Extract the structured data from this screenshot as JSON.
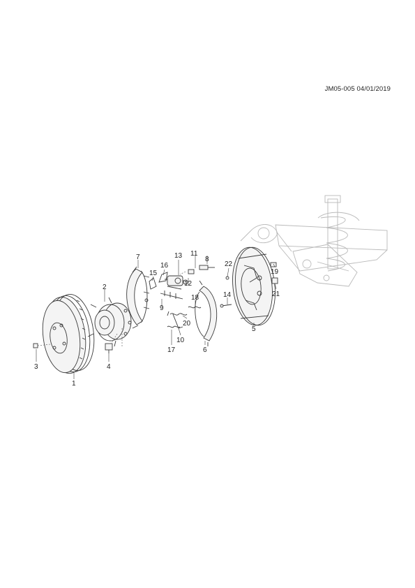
{
  "header": {
    "doc_code": "JM05-005 04/01/2019"
  },
  "callouts": [
    "1",
    "2",
    "3",
    "4",
    "5",
    "6",
    "7",
    "8",
    "9",
    "10",
    "11",
    "12",
    "13",
    "14",
    "15",
    "16",
    "17",
    "18",
    "19",
    "20",
    "21",
    "22"
  ]
}
